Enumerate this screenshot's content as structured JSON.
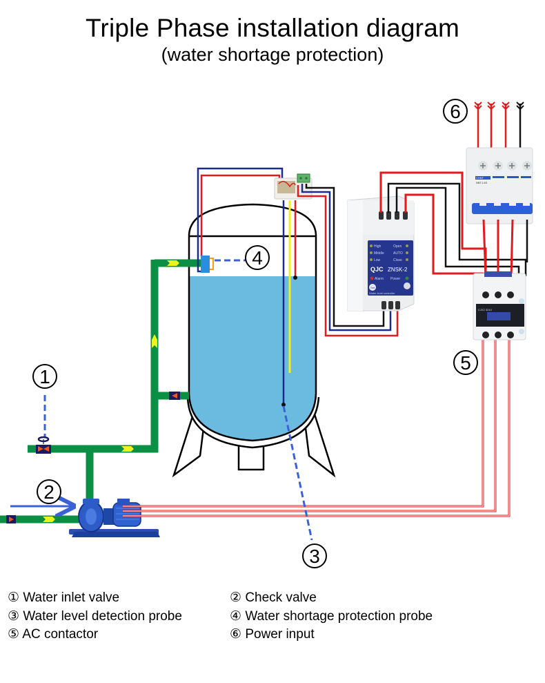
{
  "title": "Triple Phase installation diagram",
  "subtitle": "(water shortage protection)",
  "callouts": [
    "1",
    "2",
    "3",
    "4",
    "5",
    "6"
  ],
  "legend": [
    {
      "num": "①",
      "label": "Water inlet valve"
    },
    {
      "num": "②",
      "label": "Check valve"
    },
    {
      "num": "③",
      "label": "Water level detection probe"
    },
    {
      "num": "④",
      "label": "Water shortage protection probe"
    },
    {
      "num": "⑤",
      "label": "AC contactor"
    },
    {
      "num": "⑥",
      "label": "Power input"
    }
  ],
  "controller": {
    "brand": "QJC",
    "model": "ZNSK-2",
    "indicators_left": [
      "High",
      "Middle",
      "Low"
    ],
    "indicators_right": [
      "Open",
      "AUTO",
      "Close"
    ],
    "alarm_label": "Alarm",
    "power_label": "Power",
    "set_label": "Set",
    "footer": "Water level controller"
  },
  "breaker": {
    "brand": "CHNT",
    "model": "NBT1-63"
  },
  "contactor": {
    "model": "CJX2 3210"
  },
  "colors": {
    "pipe": "#0a8f45",
    "water": "#6bbbe0",
    "live_wire": "#e31a1c",
    "neutral_wire": "#111111",
    "probe_wire": "#1a2a8f",
    "signal_wire": "#f2ef1f",
    "dashed_leader": "#3a62d6",
    "flow_arrow": "#eaf51c",
    "valve_body": "#1a1a5e",
    "valve_mark": "#f0541e"
  }
}
